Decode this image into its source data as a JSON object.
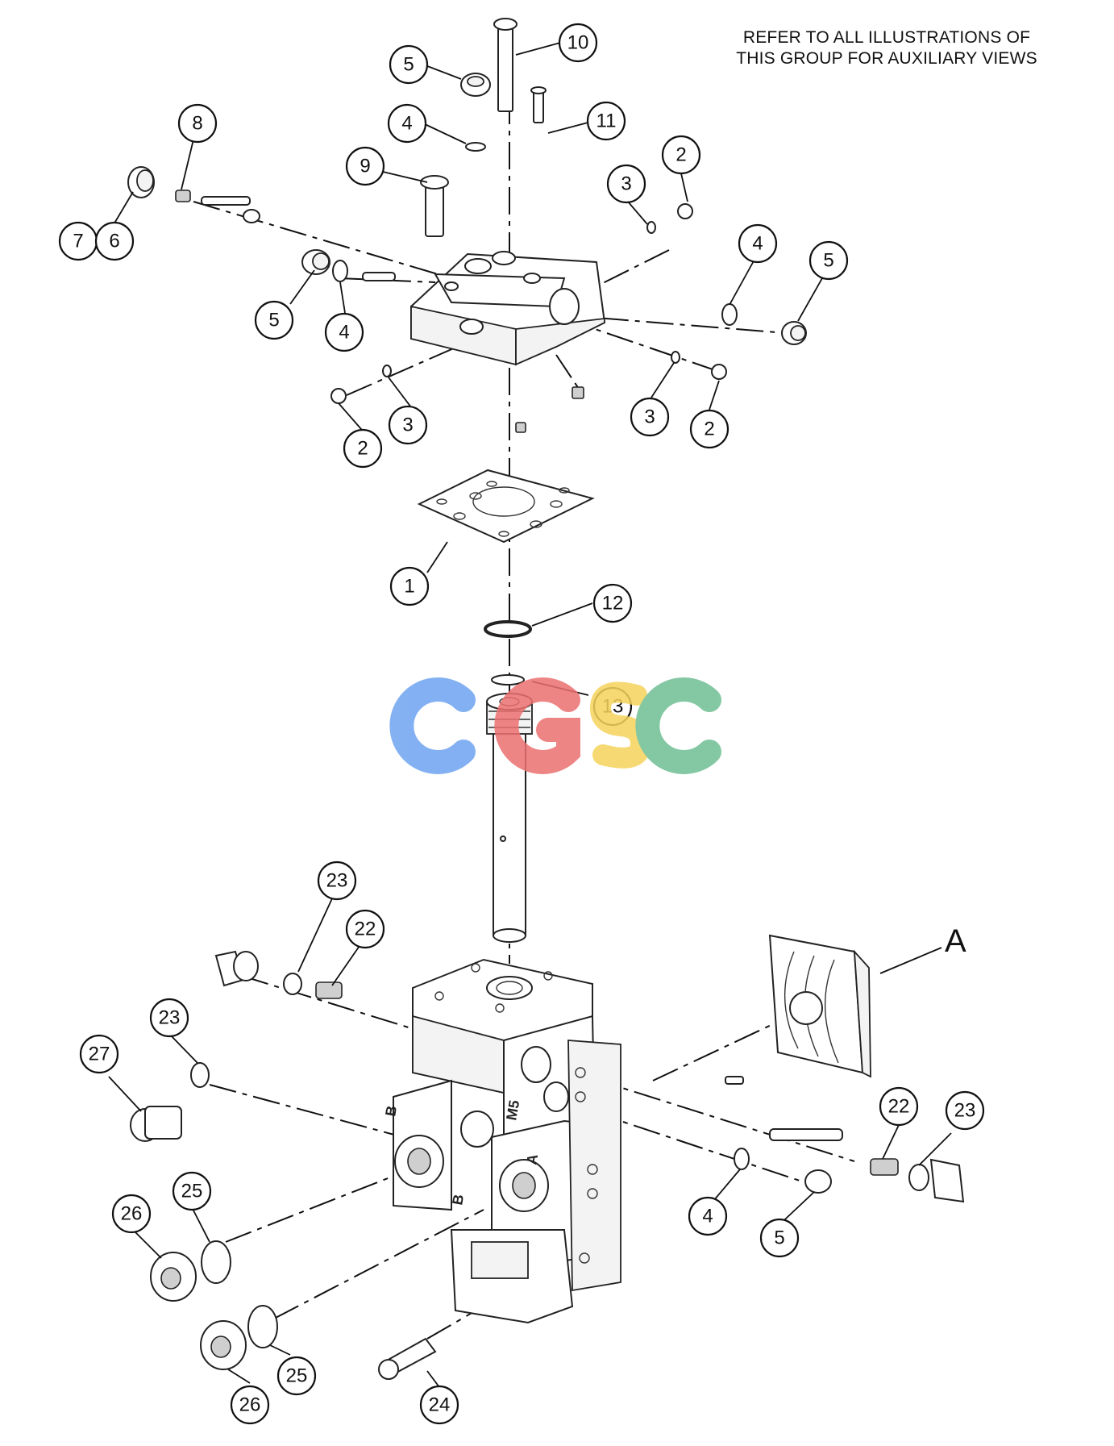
{
  "note": {
    "line1": "REFER TO ALL ILLUSTRATIONS OF",
    "line2": "THIS GROUP FOR AUXILIARY VIEWS"
  },
  "view_label": "A",
  "watermark": {
    "text": "CGSC",
    "colors": [
      "#6ea3f0",
      "#ec7070",
      "#f5d35a",
      "#6fbf93"
    ]
  },
  "body_stamps": {
    "port_b": "B",
    "port_m5": "M5",
    "port_a": "A",
    "port_b_lower": "B"
  },
  "callouts": [
    "1",
    "2",
    "2",
    "2",
    "3",
    "3",
    "3",
    "4",
    "4",
    "4",
    "4",
    "5",
    "5",
    "5",
    "5",
    "6",
    "7",
    "8",
    "9",
    "10",
    "11",
    "12",
    "13",
    "22",
    "22",
    "23",
    "23",
    "23",
    "24",
    "25",
    "25",
    "26",
    "26",
    "27"
  ]
}
